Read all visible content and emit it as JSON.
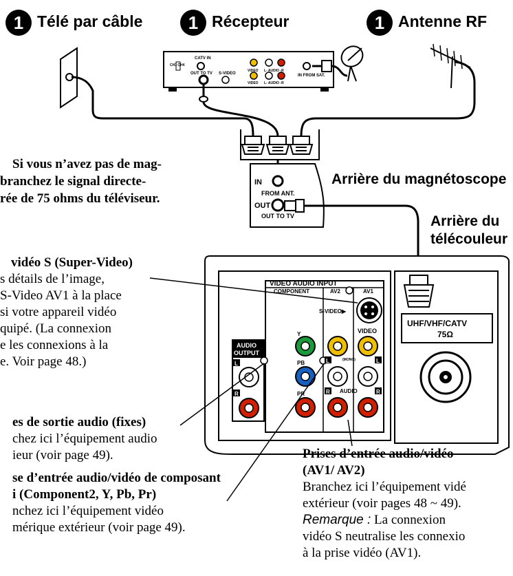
{
  "badge_number": "1",
  "sources": {
    "cable": "Télé par câble",
    "receiver": "Récepteur",
    "antenna": "Antenne RF"
  },
  "receiver_box": {
    "ch3_ch4": "CH3 CH4",
    "catv_in": "CATV IN",
    "out_to_tv": "OUT TO TV",
    "s_video": "S-VIDEO",
    "video": "VIDEO",
    "audio_lr": "L- AUDIO -R",
    "video_2": "VIDEO",
    "audio_lr_2": "L- AUDIO -R",
    "in_from_sat": "IN FROM SAT."
  },
  "vcr": {
    "title": "Arrière du magnétoscope",
    "in_label": "IN",
    "from_ant": "FROM ANT.",
    "out_label": "OUT",
    "out_to_tv": "OUT TO TV"
  },
  "tv": {
    "title_line1": "Arrière du",
    "title_line2": "télécouleur",
    "panel_header": "VIDEO AUDIO INPUT",
    "component": "COMPONENT",
    "av2": "AV2",
    "av1": "AV1",
    "s_video": "S-VIDEO▶",
    "video": "VIDEO",
    "y": "Y",
    "pb": "PB",
    "pr": "PR",
    "l": "L",
    "r": "R",
    "mono": "(MONO)",
    "audio": "AUDIO",
    "audio_output_1": "AUDIO",
    "audio_output_2": "OUTPUT",
    "ant_label_1": "UHF/VHF/CATV",
    "ant_label_2": "75Ω"
  },
  "notes": {
    "no_vcr": [
      "Si vous n’avez pas de mag-",
      "branchez le signal directe-",
      "rée de 75 ohms du téléviseur."
    ],
    "svideo_title": "vidéo S (Super-Video)",
    "svideo_lines": [
      "s détails de l’image,",
      "S-Video AV1 à la place",
      "si votre appareil vidéo",
      "quipé.  (La connexion",
      "e les connexions à la",
      "e. Voir page 48.)"
    ],
    "audio_out_title": "es de sortie audio (fixes)",
    "audio_out_lines": [
      "chez ici l’équipement audio",
      "ieur (voir page 49)."
    ],
    "component_title_1": "se d’entrée audio/vidéo de composant",
    "component_title_2": "i (Component2, Y, Pb, Pr)",
    "component_lines": [
      "nchez ici l’équipement vidéo",
      "mérique extérieur (voir page 49)."
    ],
    "av_title_1": "Prises d’entrée audio/vidéo",
    "av_title_2": "(AV1/ AV2)",
    "av_line_1": "Branchez ici l’équipement vidé",
    "av_line_2": "extérieur (voir pages 48 ~ 49).",
    "av_remark_label": "Remarque :",
    "av_remark_text": " La connexion",
    "av_line_4": "vidéo S neutralise les connexio",
    "av_line_5": "à la prise vidéo (AV1)."
  }
}
